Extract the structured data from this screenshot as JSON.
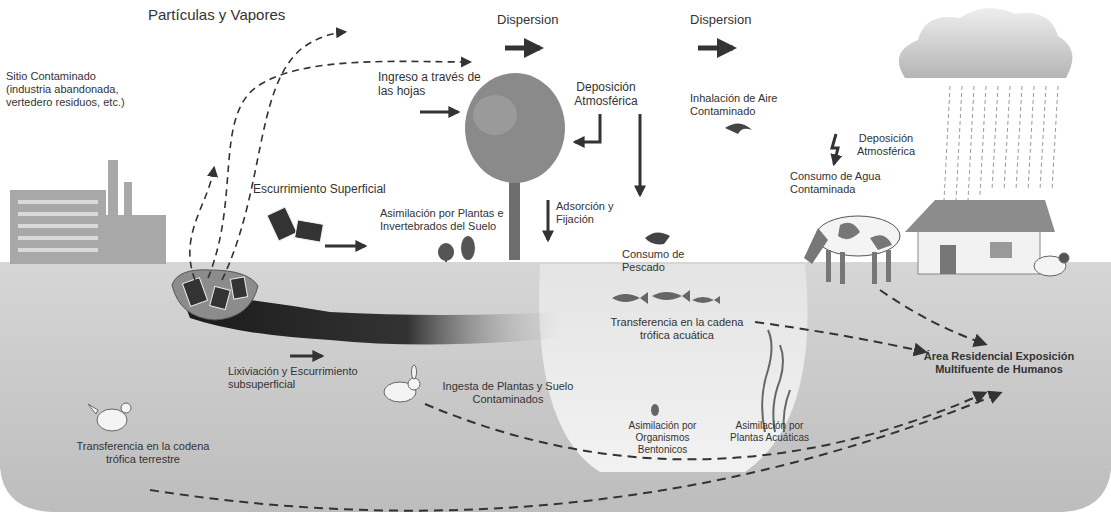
{
  "diagram": {
    "labels": [
      "Partículas y Vapores",
      "Dispersion",
      "Dispersion",
      "Sitio Contaminado (industria abandonada, vertedero residuos, etc.)",
      "Ingreso a través de las hojas",
      "Deposición Atmosférica",
      "Inhalación de Aire Contaminado",
      "Deposición Atmosférica",
      "Escurrimiento Superficial",
      "Asimilación por Plantas e Invertebrados del Suelo",
      "Adsorción y Fijación",
      "Consumo de Agua Contaminada",
      "Consumo de Pescado",
      "Transferencia en la cadena trófica acuática",
      "Área Residencial Exposición Multifuente de Humanos",
      "Lixiviación y Escurrimiento subsuperficial",
      "Ingesta de Plantas y Suelo Contaminados",
      "Transferencia en la codena trófica terrestre",
      "Asimilación por Organismos Bentonicos",
      "Asimilación por Plantas Acuáticas"
    ]
  }
}
